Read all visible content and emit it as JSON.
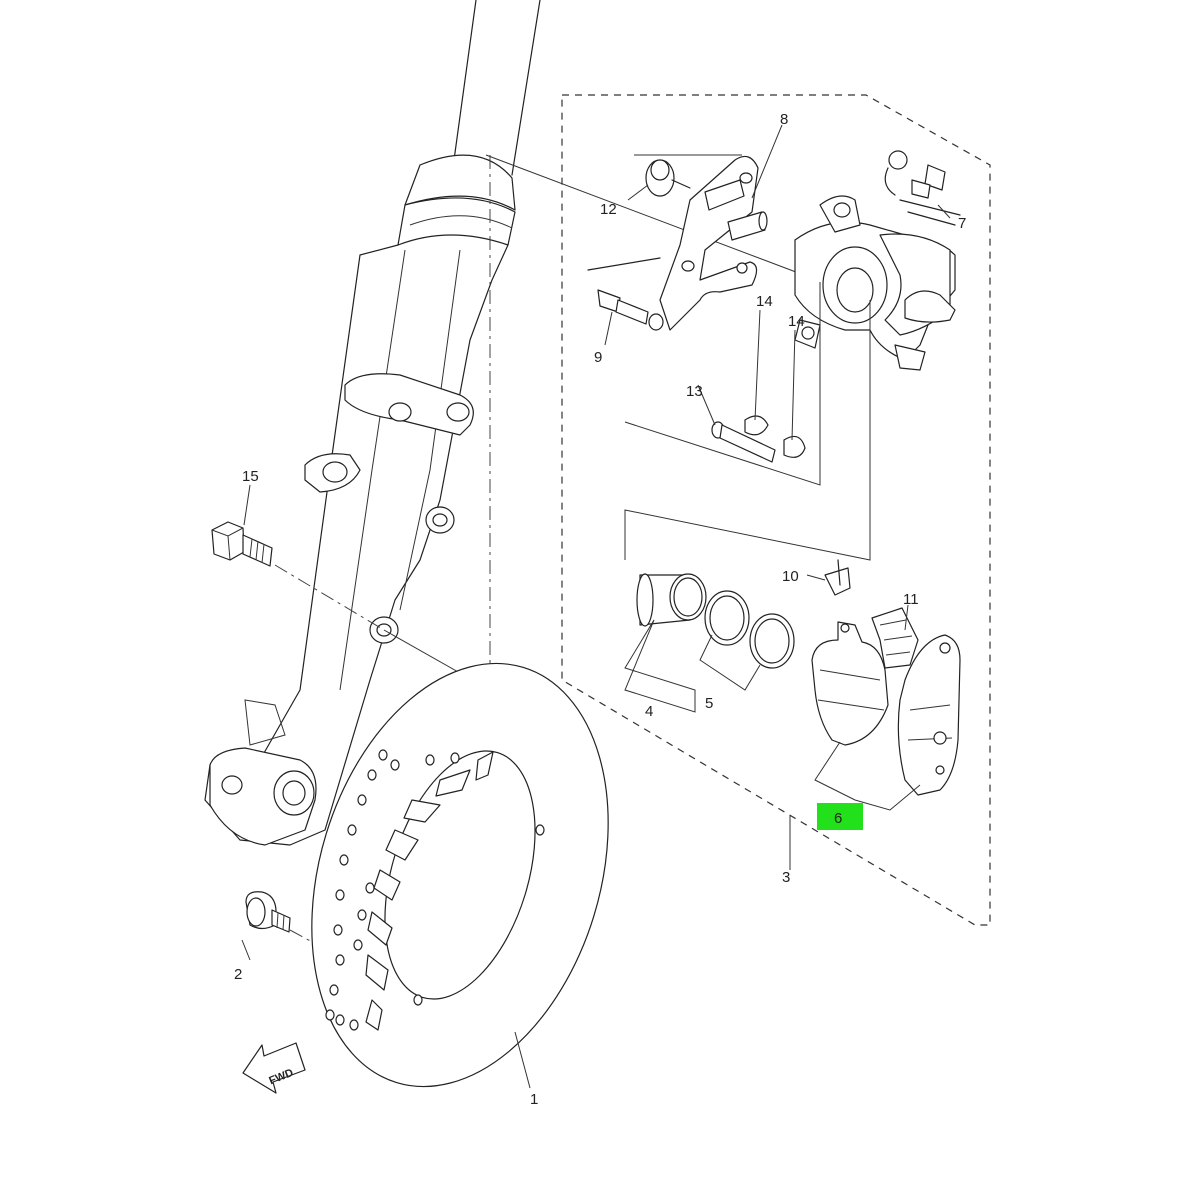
{
  "diagram": {
    "callouts": [
      {
        "id": "c1",
        "label": "1"
      },
      {
        "id": "c2",
        "label": "2"
      },
      {
        "id": "c3",
        "label": "3"
      },
      {
        "id": "c4",
        "label": "4"
      },
      {
        "id": "c5",
        "label": "5"
      },
      {
        "id": "c6",
        "label": "6"
      },
      {
        "id": "c7",
        "label": "7"
      },
      {
        "id": "c8",
        "label": "8"
      },
      {
        "id": "c9",
        "label": "9"
      },
      {
        "id": "c10",
        "label": "10"
      },
      {
        "id": "c11",
        "label": "11"
      },
      {
        "id": "c12",
        "label": "12"
      },
      {
        "id": "c13",
        "label": "13"
      },
      {
        "id": "c14a",
        "label": "14"
      },
      {
        "id": "c14b",
        "label": "14"
      },
      {
        "id": "c15",
        "label": "15"
      }
    ],
    "highlight": {
      "label": "6",
      "color": "#22e01a"
    },
    "direction_label": "FWD"
  }
}
